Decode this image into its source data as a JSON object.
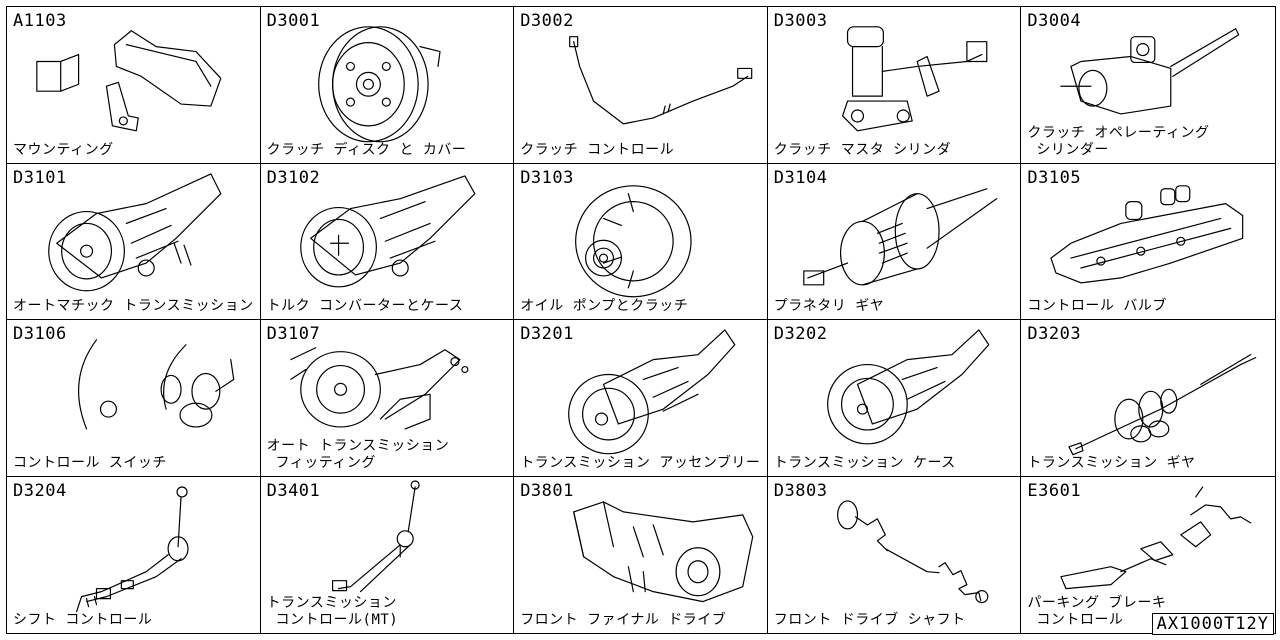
{
  "drawing_number": "AX1000T12Y",
  "cells": [
    {
      "code": "A1103",
      "name": "マウンティング",
      "icon": "engine-mount-icon"
    },
    {
      "code": "D3001",
      "name": "クラッチ ディスク と カバー",
      "icon": "clutch-disc-icon"
    },
    {
      "code": "D3002",
      "name": "クラッチ コントロール",
      "icon": "clutch-hose-icon"
    },
    {
      "code": "D3003",
      "name": "クラッチ マスタ シリンダ",
      "icon": "master-cylinder-icon"
    },
    {
      "code": "D3004",
      "name": "クラッチ オペレーティング\n シリンダー",
      "icon": "operating-cylinder-icon"
    },
    {
      "code": "D3101",
      "name": "オートマチック トランスミッション",
      "icon": "automatic-transmission-icon"
    },
    {
      "code": "D3102",
      "name": "トルク コンバーターとケース",
      "icon": "torque-converter-icon"
    },
    {
      "code": "D3103",
      "name": "オイル ポンプとクラッチ",
      "icon": "oil-pump-icon"
    },
    {
      "code": "D3104",
      "name": "プラネタリ ギヤ",
      "icon": "planetary-gear-icon"
    },
    {
      "code": "D3105",
      "name": "コントロール バルブ",
      "icon": "control-valve-icon"
    },
    {
      "code": "D3106",
      "name": "コントロール スイッチ",
      "icon": "control-switch-icon"
    },
    {
      "code": "D3107",
      "name": "オート トランスミッション\n フィッティング",
      "icon": "transmission-fitting-icon"
    },
    {
      "code": "D3201",
      "name": "トランスミッション アッセンブリー",
      "icon": "transmission-assembly-icon"
    },
    {
      "code": "D3202",
      "name": "トランスミッション ケース",
      "icon": "transmission-case-icon"
    },
    {
      "code": "D3203",
      "name": "トランスミッション ギヤ",
      "icon": "transmission-gear-icon"
    },
    {
      "code": "D3204",
      "name": "シフト コントロール",
      "icon": "shift-lever-icon"
    },
    {
      "code": "D3401",
      "name": "トランスミッション\n コントロール(MT)",
      "icon": "mt-control-icon"
    },
    {
      "code": "D3801",
      "name": "フロント ファイナル ドライブ",
      "icon": "final-drive-icon"
    },
    {
      "code": "D3803",
      "name": "フロント ドライブ シャフト",
      "icon": "drive-shaft-icon"
    },
    {
      "code": "E3601",
      "name": "パーキング ブレーキ\n コントロール",
      "icon": "parking-brake-icon"
    }
  ]
}
